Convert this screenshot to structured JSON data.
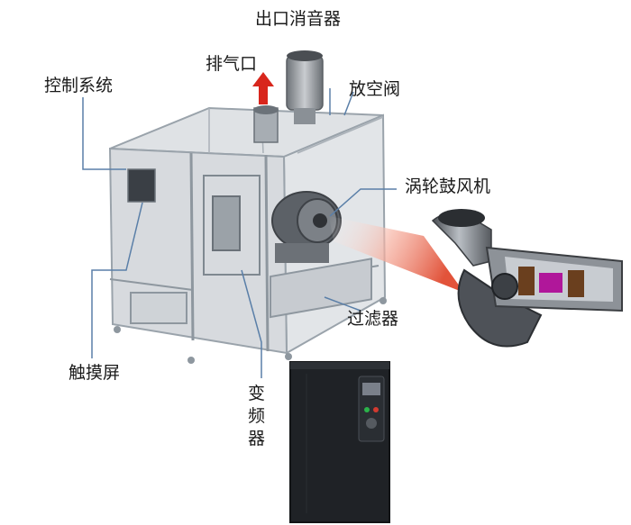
{
  "labels": {
    "outlet_silencer": "出口消音器",
    "exhaust_port": "排气口",
    "control_system": "控制系统",
    "vent_valve": "放空阀",
    "turbo_blower": "涡轮鼓风机",
    "filter": "过滤器",
    "touch_screen": "触摸屏",
    "inverter": "变频器"
  },
  "colors": {
    "frame": "#9aa3ab",
    "panel": "#d4d8dc",
    "leader_line": "#5a7fa8",
    "arrow_red": "#d8261c",
    "inverter_body": "#1f2226",
    "impeller_magenta": "#b0179a"
  }
}
